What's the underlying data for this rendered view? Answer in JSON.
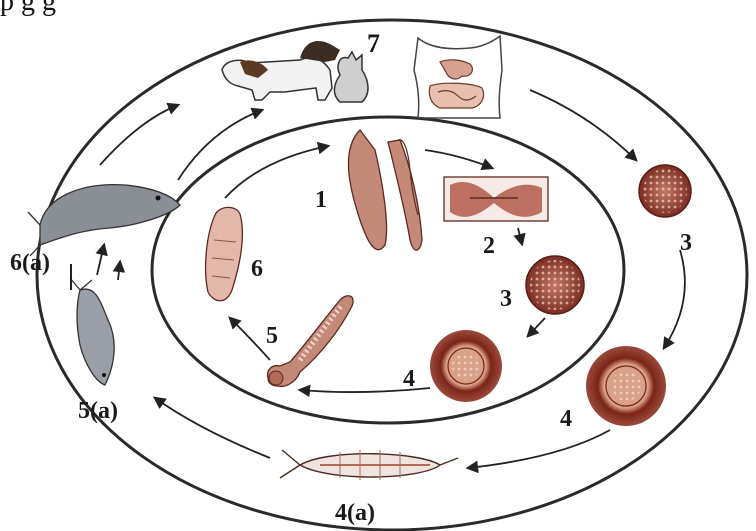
{
  "caption": "p                            g                  g",
  "labels": {
    "host_definitive": "7",
    "adult_worm": "1",
    "proglottid": "2",
    "egg_inner": "3",
    "egg_outer": "3",
    "coracidium_inner": "4",
    "coracidium_outer": "4",
    "procercoid": "5",
    "plerocercoid": "6",
    "copepod": "4(a)",
    "small_fish": "5(a)",
    "large_fish": "6(a)"
  },
  "colors": {
    "worm": "#b8776a",
    "egg": "#8c3b2f",
    "coracidium_halo": "#7a2418",
    "ring": "#2a2a2a",
    "fish": "#8a8e95"
  }
}
